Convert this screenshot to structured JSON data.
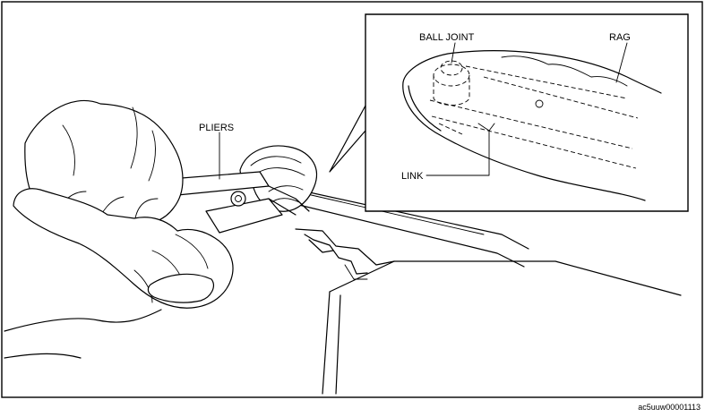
{
  "labels": {
    "pliers": "PLIERS",
    "ball_joint": "BALL JOINT",
    "rag": "RAG",
    "link": "LINK"
  },
  "figure_code": "ac5uuw00001113"
}
